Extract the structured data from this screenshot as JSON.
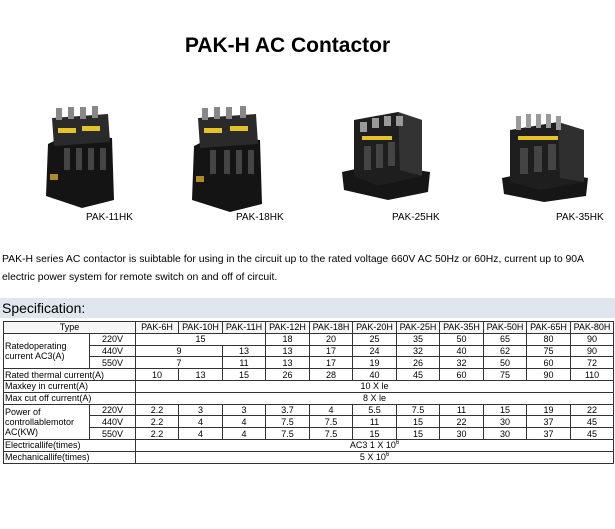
{
  "page": {
    "title": "PAK-H AC Contactor",
    "description": "PAK-H series AC contactor is suibtable for using in the circuit up to the rated voltage 660V AC 50Hz or 60Hz, current up to 90A electric power system for remote switch on and off of circuit.",
    "spec_heading": "Specification:"
  },
  "products": [
    {
      "label": "PAK-11HK"
    },
    {
      "label": "PAK-18HK"
    },
    {
      "label": "PAK-25HK"
    },
    {
      "label": "PAK-35HK"
    }
  ],
  "table": {
    "type_label": "Type",
    "models": [
      "PAK-6H",
      "PAK-10H",
      "PAK-11H",
      "PAK-12H",
      "PAK-18H",
      "PAK-20H",
      "PAK-25H",
      "PAK-35H",
      "PAK-50H",
      "PAK-65H",
      "PAK-80H"
    ],
    "current_label": "Ratedoperating current AC3(A)",
    "current_rows": [
      {
        "voltage": "220V",
        "c1": "15",
        "v": [
          "18",
          "20",
          "25",
          "35",
          "50",
          "65",
          "80",
          "90"
        ]
      },
      {
        "voltage": "440V",
        "c1": "9",
        "v": [
          "13",
          "13",
          "17",
          "24",
          "32",
          "40",
          "62",
          "75",
          "90"
        ]
      },
      {
        "voltage": "550V",
        "c1": "7",
        "v": [
          "11",
          "13",
          "17",
          "19",
          "26",
          "32",
          "50",
          "60",
          "72"
        ]
      }
    ],
    "thermal_label": "Rated thermal current(A)",
    "thermal_values": [
      "10",
      "13",
      "15",
      "26",
      "28",
      "40",
      "45",
      "60",
      "75",
      "90",
      "110"
    ],
    "maxkey_label": "Maxkey in current(A)",
    "maxkey_value": "10 X le",
    "maxcut_label": "Max cut off current(A)",
    "maxcut_value": "8 X le",
    "power_label": "Power of controllablemotor AC(KW)",
    "power_rows": [
      {
        "voltage": "220V",
        "v": [
          "2.2",
          "3",
          "3",
          "3.7",
          "4",
          "5.5",
          "7.5",
          "11",
          "15",
          "19",
          "22"
        ]
      },
      {
        "voltage": "440V",
        "v": [
          "2.2",
          "4",
          "4",
          "7.5",
          "7.5",
          "11",
          "15",
          "22",
          "30",
          "37",
          "45"
        ]
      },
      {
        "voltage": "550V",
        "v": [
          "2.2",
          "4",
          "4",
          "7.5",
          "7.5",
          "15",
          "15",
          "30",
          "30",
          "37",
          "45"
        ]
      }
    ],
    "electrical_label": "Electricallife(times)",
    "electrical_value": "AC3  1 X 10",
    "electrical_exp": "6",
    "mechanical_label": "Mechanicallife(times)",
    "mechanical_value": "5 X 10",
    "mechanical_exp": "6"
  },
  "colors": {
    "spec_bar": "#dfe6ed",
    "body_dark": "#1c1c1c",
    "label_yellow": "#e6c229"
  }
}
